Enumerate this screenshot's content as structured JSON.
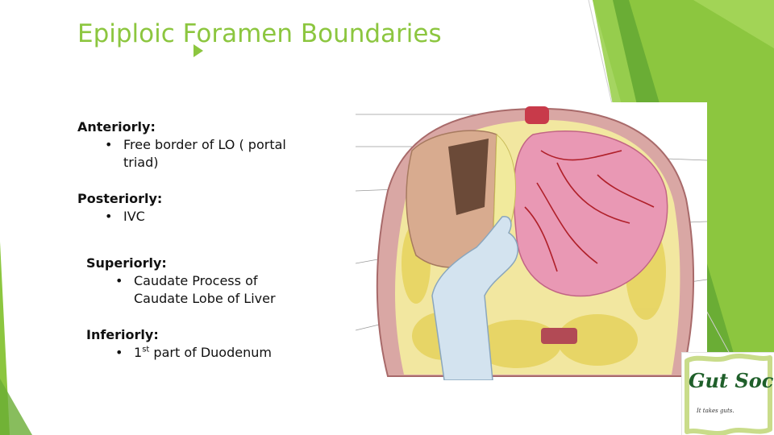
{
  "slide": {
    "title": "Epiploic Foramen Boundaries",
    "sections": [
      {
        "heading": "Anteriorly:",
        "bullet": "•",
        "lines": [
          "Free border of LO ( portal",
          "triad)"
        ]
      },
      {
        "heading": "Posteriorly:",
        "bullet": "•",
        "lines": [
          "IVC"
        ]
      },
      {
        "heading": "Superiorly:",
        "bullet": "•",
        "lines": [
          "Caudate Process of",
          "Caudate Lobe of Liver"
        ]
      },
      {
        "heading": "Inferiorly:",
        "bullet": "•",
        "line_prefix": "1",
        "line_sup": "st",
        "line_rest": " part of Duodenum"
      }
    ]
  },
  "logo": {
    "title": "Gut Soc",
    "tagline": "It takes guts."
  },
  "colors": {
    "title": "#8cc63f",
    "accent_green": "#8cc63f",
    "dark_green": "#5c9e31",
    "text": "#111111"
  }
}
